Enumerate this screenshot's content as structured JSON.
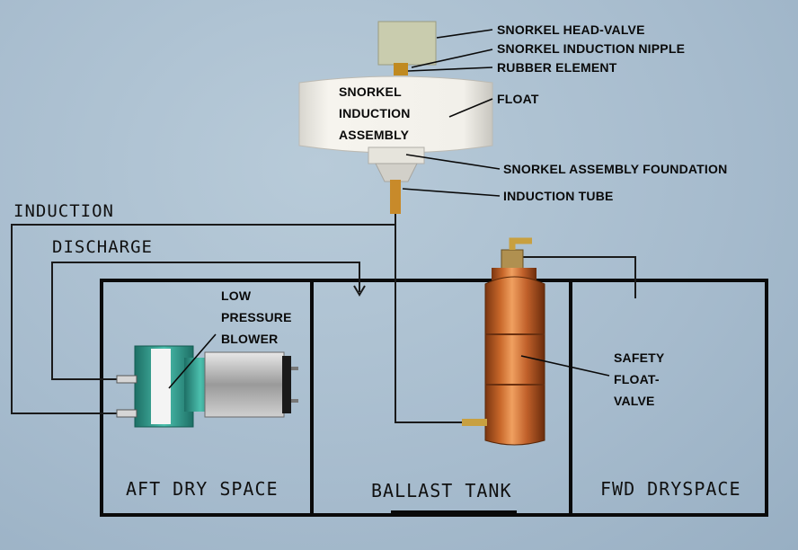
{
  "labels": {
    "head_valve": "SNORKEL HEAD-VALVE",
    "induction_nipple": "SNORKEL INDUCTION NIPPLE",
    "rubber_element": "RUBBER ELEMENT",
    "float": "FLOAT",
    "assembly_foundation": "SNORKEL ASSEMBLY FOUNDATION",
    "induction_tube": "INDUCTION TUBE",
    "induction_assembly": [
      "SNORKEL",
      "INDUCTION",
      "ASSEMBLY"
    ],
    "blower": [
      "LOW",
      "PRESSURE",
      "BLOWER"
    ],
    "float_valve": [
      "SAFETY",
      "FLOAT-",
      "VALVE"
    ]
  },
  "lines": {
    "induction": "INDUCTION",
    "discharge": "DISCHARGE"
  },
  "compartments": {
    "aft": "AFT DRY SPACE",
    "ballast": "BALLAST TANK",
    "fwd": "FWD DRYSPACE"
  },
  "colors": {
    "background": "#a9bed0",
    "ink": "#0a0a0a",
    "copper": "#c8672a",
    "blower_green": "#2e9c8c",
    "float_white": "#f2f0ea",
    "head_valve": "#c9ccae"
  }
}
